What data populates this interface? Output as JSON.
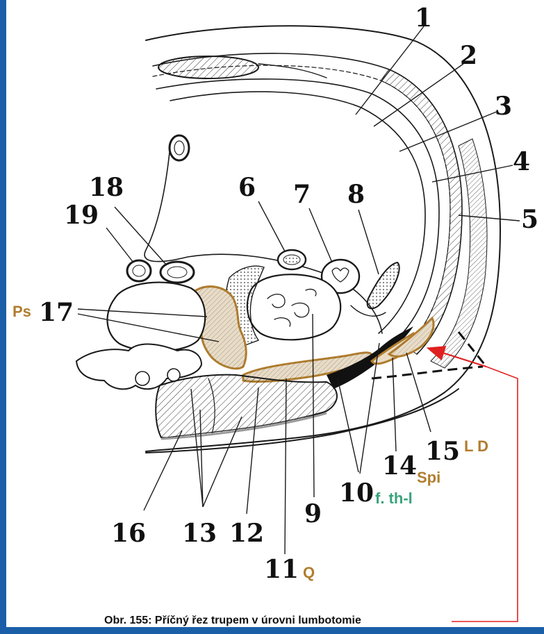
{
  "figure": {
    "caption": "Obr. 155:  Příčný řez trupem v úrovni lumbotomie"
  },
  "labels": {
    "n1": "1",
    "n2": "2",
    "n3": "3",
    "n4": "4",
    "n5": "5",
    "n6": "6",
    "n7": "7",
    "n8": "8",
    "n9": "9",
    "n10": "10",
    "n11": "11",
    "n12": "12",
    "n13": "13",
    "n14": "14",
    "n15": "15",
    "n16": "16",
    "n17": "17",
    "n18": "18",
    "n19": "19"
  },
  "abbreviations": {
    "ps": "Ps",
    "q": "Q",
    "spi": "Spi",
    "ld": "L D",
    "fthl": "f. th-l"
  },
  "colors": {
    "muscle_highlight": "#b07d2e",
    "fascia_label": "#3aa37a",
    "arrow": "#e02020",
    "frame": "#1b5fa8"
  }
}
